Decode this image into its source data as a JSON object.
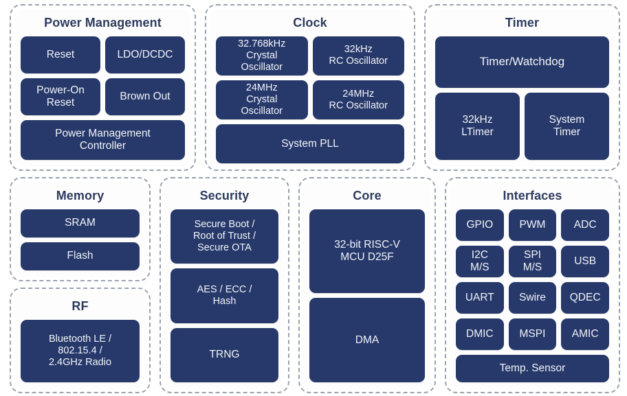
{
  "colors": {
    "block_fill": "#27396a",
    "block_text": "#f2f4f9",
    "group_border": "#9aa0ae",
    "group_card": "#fdfdfd",
    "title_text": "#2d3b5e",
    "page_background": "#ffffff"
  },
  "groups": {
    "power_management": {
      "title": "Power Management",
      "blocks": {
        "reset": "Reset",
        "ldo_dcdc": "LDO/DCDC",
        "power_on_reset": "Power-On\nReset",
        "brown_out": "Brown Out",
        "pm_controller": "Power Management\nController"
      }
    },
    "clock": {
      "title": "Clock",
      "blocks": {
        "xtal_32768": "32.768kHz\nCrystal\nOscillator",
        "rc_32k": "32kHz\nRC Oscillator",
        "xtal_24m": "24MHz\nCrystal\nOscillator",
        "rc_24m": "24MHz\nRC Oscillator",
        "system_pll": "System PLL"
      }
    },
    "timer": {
      "title": "Timer",
      "blocks": {
        "timer_watchdog": "Timer/Watchdog",
        "ltimer_32k": "32kHz\nLTimer",
        "system_timer": "System\nTimer"
      }
    },
    "memory": {
      "title": "Memory",
      "blocks": {
        "sram": "SRAM",
        "flash": "Flash"
      }
    },
    "rf": {
      "title": "RF",
      "blocks": {
        "radio": "Bluetooth LE /\n802.15.4 /\n2.4GHz Radio"
      }
    },
    "security": {
      "title": "Security",
      "blocks": {
        "secure_boot": "Secure Boot /\nRoot of Trust /\nSecure OTA",
        "crypto": "AES / ECC /\nHash",
        "trng": "TRNG"
      }
    },
    "core": {
      "title": "Core",
      "blocks": {
        "cpu": "32-bit RISC-V\nMCU D25F",
        "dma": "DMA"
      }
    },
    "interfaces": {
      "title": "Interfaces",
      "blocks": {
        "gpio": "GPIO",
        "pwm": "PWM",
        "adc": "ADC",
        "i2c": "I2C\nM/S",
        "spi": "SPI\nM/S",
        "usb": "USB",
        "uart": "UART",
        "swire": "Swire",
        "qdec": "QDEC",
        "dmic": "DMIC",
        "mspi": "MSPI",
        "amic": "AMIC",
        "temp_sensor": "Temp. Sensor"
      }
    }
  }
}
